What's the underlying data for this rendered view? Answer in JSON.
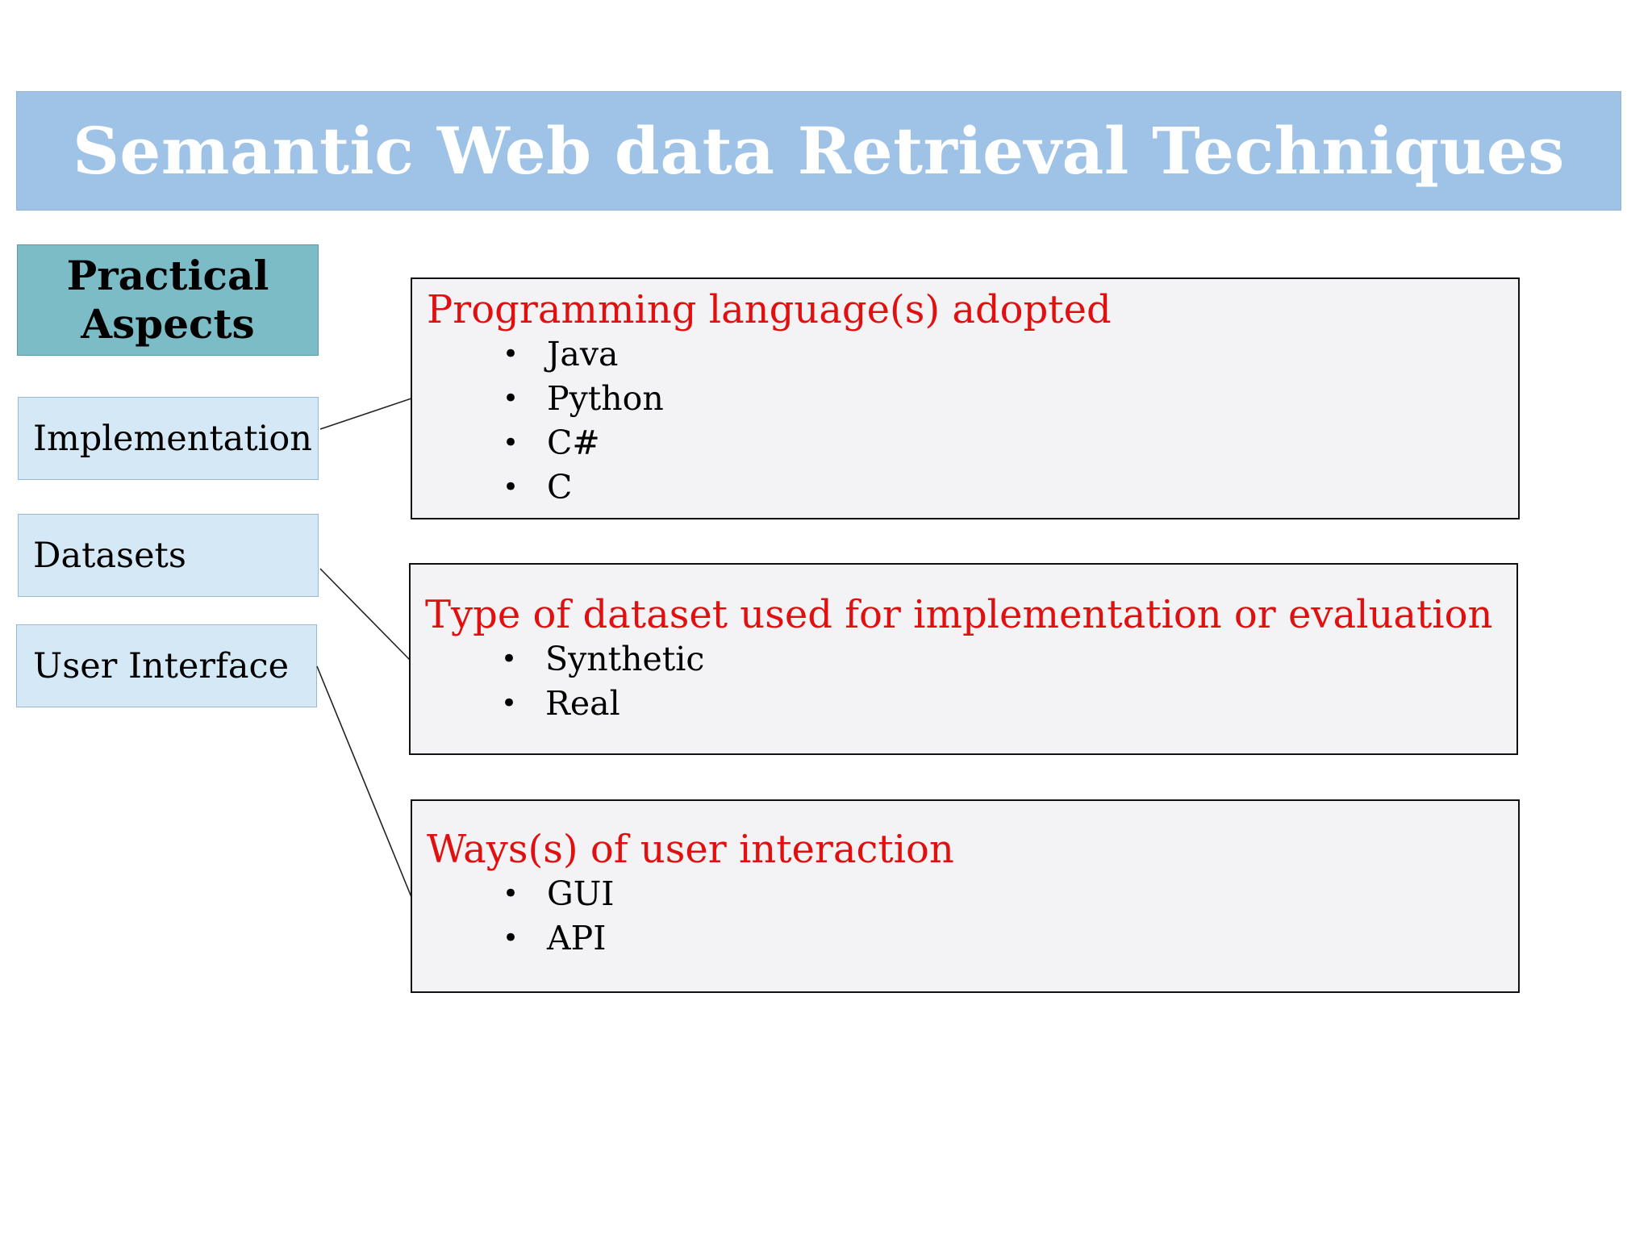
{
  "title": "Semantic Web data Retrieval Techniques",
  "practical_aspects": "Practical Aspects",
  "aspects": [
    {
      "label": "Implementation"
    },
    {
      "label": "Datasets"
    },
    {
      "label": "User Interface"
    }
  ],
  "details": [
    {
      "heading": "Programming language(s) adopted",
      "items": [
        "Java",
        "Python",
        "C#",
        "C"
      ]
    },
    {
      "heading": "Type of dataset used for implementation or evaluation",
      "items": [
        "Synthetic",
        "Real"
      ]
    },
    {
      "heading": "Ways(s) of user interaction",
      "items": [
        "GUI",
        "API"
      ]
    }
  ],
  "bullet": "•",
  "colors": {
    "title_bar": "#9fc2e7",
    "title_text": "#ffffff",
    "practical_aspects_box": "#7cbcc6",
    "aspect_box": "#d4e8f6",
    "detail_box": "#f3f2f4",
    "heading_text": "#e01010"
  }
}
